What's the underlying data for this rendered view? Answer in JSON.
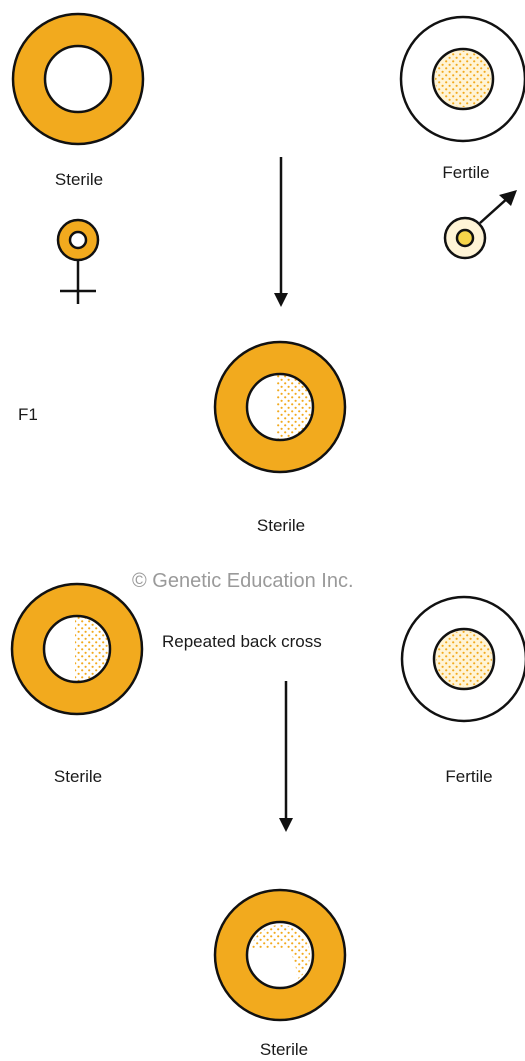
{
  "colors": {
    "cytoplasm": "#F2AA1E",
    "nucleus_fill": "#FFF4D6",
    "outline": "#111111",
    "dots": "#F2AA1E",
    "male_symbol_fill": "#FFF4D6",
    "male_symbol_center": "#F7D54A"
  },
  "parents_row": {
    "left_label": "Sterile",
    "right_label": "Fertile",
    "female_symbol": "female-symbol-icon",
    "male_symbol": "male-symbol-icon"
  },
  "f1_row": {
    "generation_label": "F1",
    "label": "Sterile"
  },
  "watermark": "© Genetic Education Inc.",
  "backcross_row": {
    "left_label": "Sterile",
    "right_label": "Fertile",
    "cross_label": "Repeated back cross"
  },
  "final_row": {
    "label": "Sterile"
  }
}
